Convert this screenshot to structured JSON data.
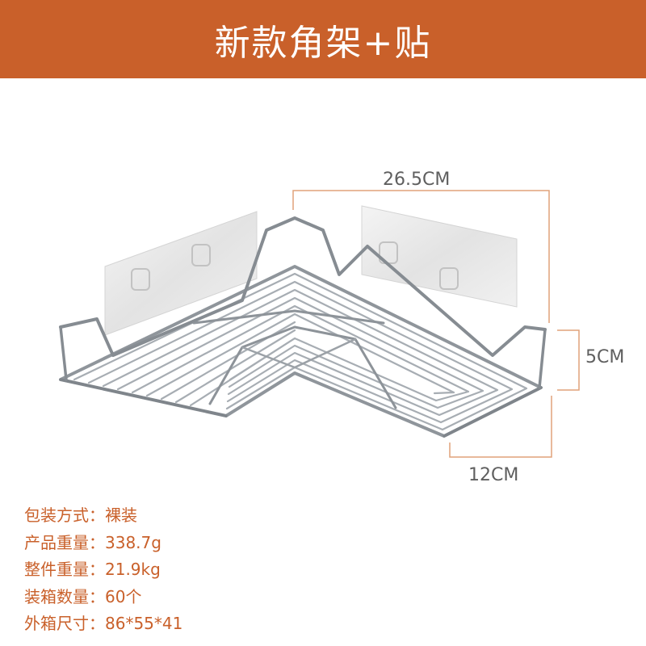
{
  "banner": {
    "title": "新款角架+贴",
    "background": "#c9602a"
  },
  "dimensions": {
    "width": "26.5CM",
    "height": "5CM",
    "depth": "12CM",
    "line_color": "#e0a27a"
  },
  "specs": [
    {
      "label": "包装方式：",
      "value": "裸装"
    },
    {
      "label": "产品重量：",
      "value": "338.7g"
    },
    {
      "label": "整件重量：",
      "value": "21.9kg"
    },
    {
      "label": "装箱数量：",
      "value": "60个"
    },
    {
      "label": "外箱尺寸：",
      "value": "86*55*41"
    }
  ],
  "colors": {
    "accent": "#c9602a",
    "spec_text": "#c9602a",
    "dimension_text": "#5f5f5f",
    "wire": "#9aa0a6"
  }
}
